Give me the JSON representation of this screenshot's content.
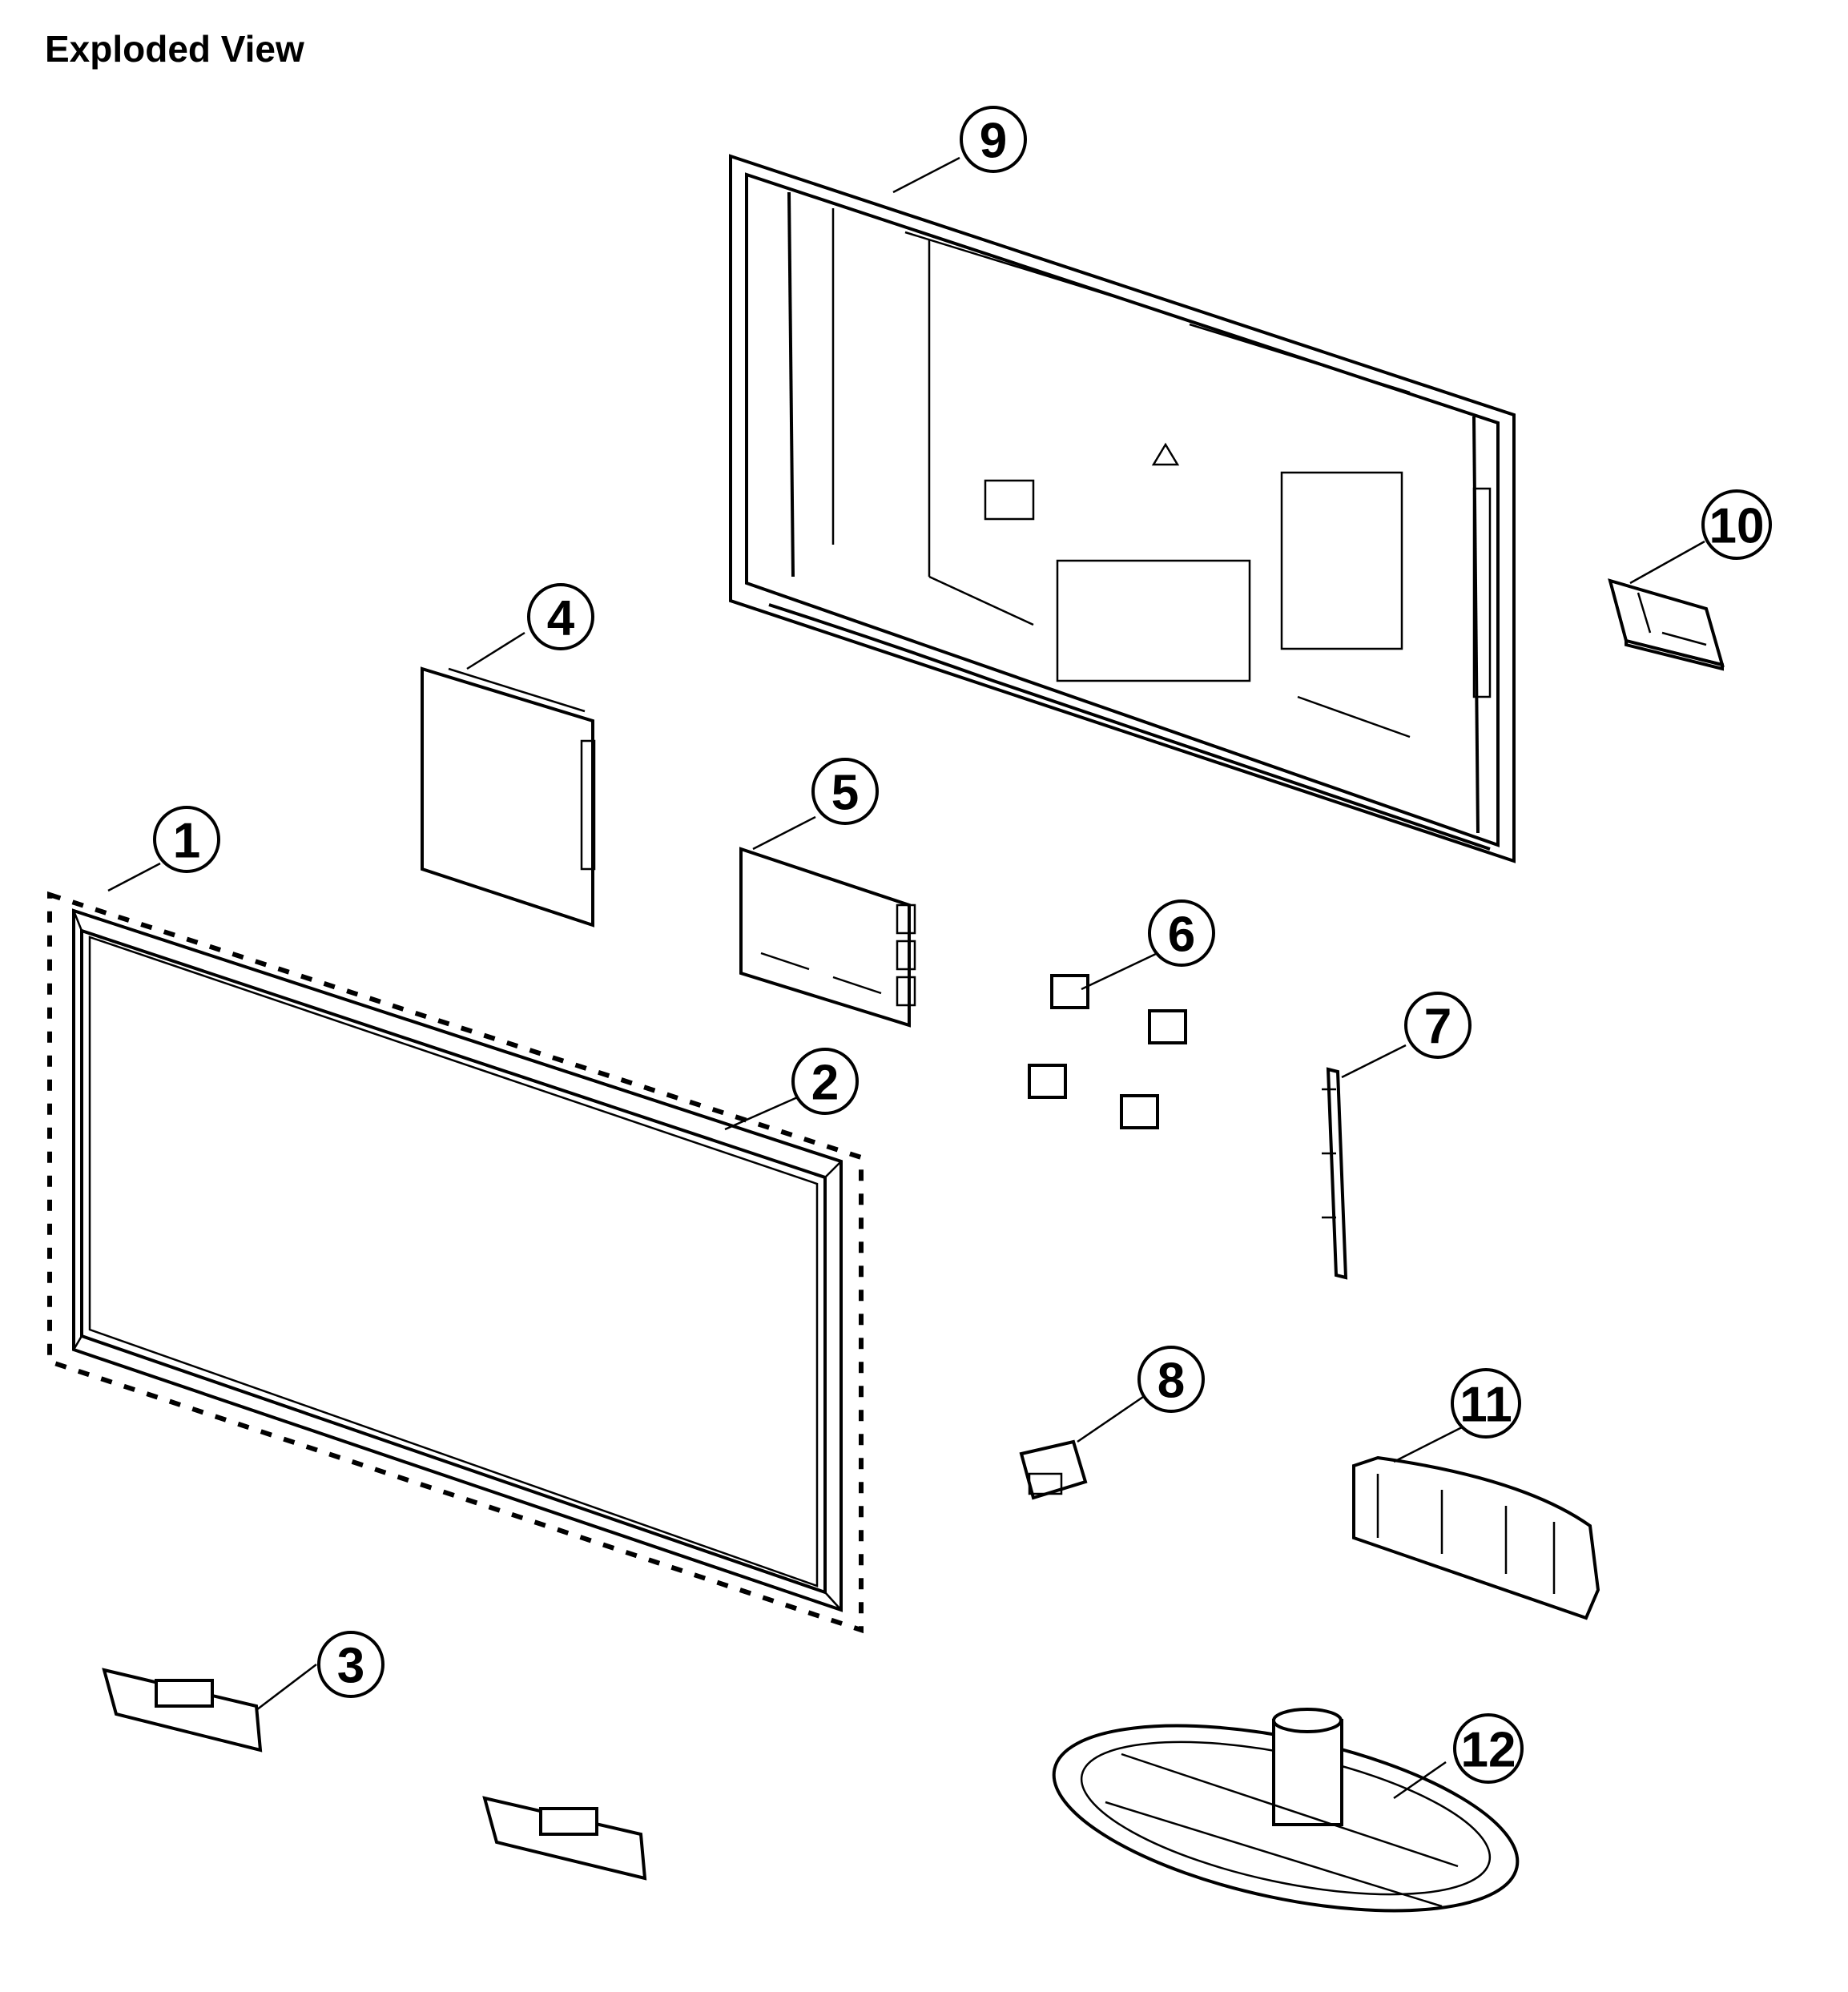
{
  "title": "Exploded View",
  "callouts": [
    {
      "id": "1",
      "label": "1"
    },
    {
      "id": "2",
      "label": "2"
    },
    {
      "id": "3",
      "label": "3"
    },
    {
      "id": "4",
      "label": "4"
    },
    {
      "id": "5",
      "label": "5"
    },
    {
      "id": "6",
      "label": "6"
    },
    {
      "id": "7",
      "label": "7"
    },
    {
      "id": "8",
      "label": "8"
    },
    {
      "id": "9",
      "label": "9"
    },
    {
      "id": "10",
      "label": "10"
    },
    {
      "id": "11",
      "label": "11"
    },
    {
      "id": "12",
      "label": "12"
    }
  ]
}
